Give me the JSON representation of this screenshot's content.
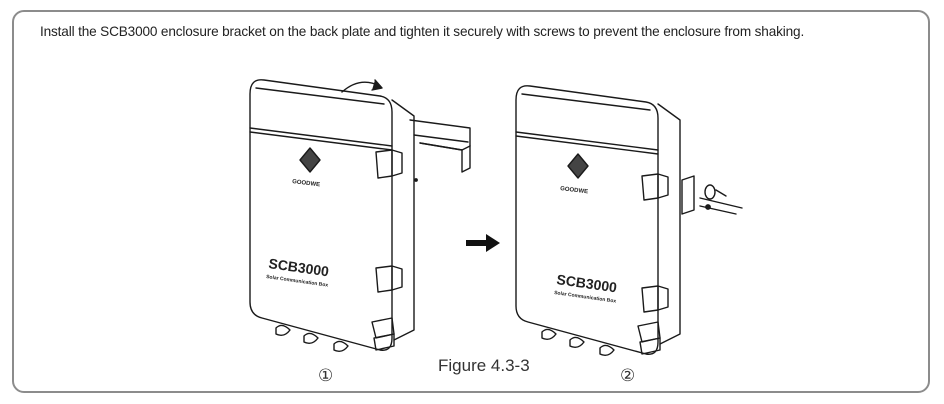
{
  "instruction": "Install the SCB3000 enclosure bracket on the back plate and tighten it securely with screws to prevent the enclosure from shaking.",
  "figure_caption": "Figure 4.3-3",
  "steps": {
    "first": "①",
    "second": "②"
  },
  "device": {
    "model": "SCB3000",
    "subtitle": "Solar Communication Box",
    "brand": "GOODWE"
  },
  "colors": {
    "line": "#1a1a1a",
    "frame": "#8c8c8c",
    "arrow": "#111111"
  }
}
